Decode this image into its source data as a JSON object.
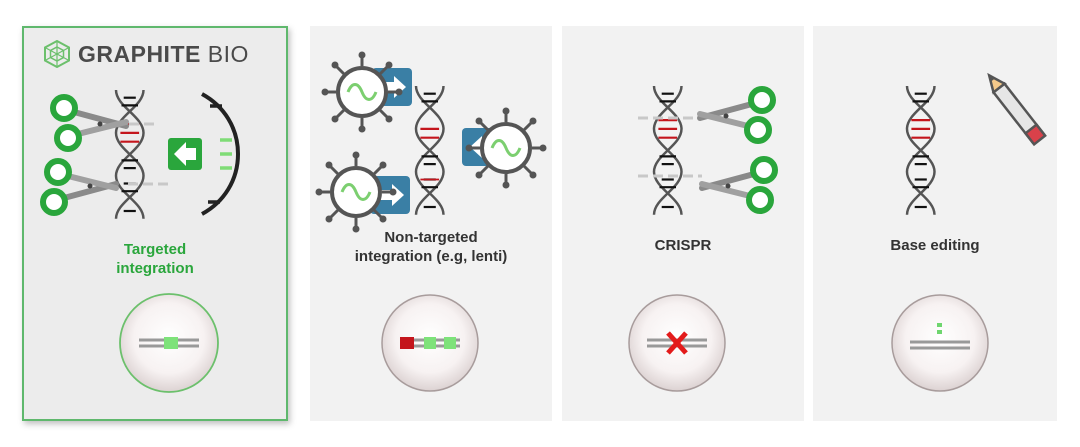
{
  "logo": {
    "brand_bold": "GRAPHITE",
    "brand_light": "BIO"
  },
  "panels": [
    {
      "label": "Targeted\nintegration"
    },
    {
      "label": "Non-targeted\nintegration (e.g, lenti)"
    },
    {
      "label": "CRISPR"
    },
    {
      "label": "Base editing"
    }
  ],
  "colors": {
    "accent_green": "#2aa63c",
    "insert_green": "#6fd66f",
    "mark_red": "#c4151c",
    "virus_blue": "#3a7fa5",
    "panel_bg": "#f2f2f2"
  },
  "icons": [
    "hexagon-logo-icon",
    "scissors-icon",
    "arrow-left-icon",
    "virus-icon",
    "pencil-icon",
    "x-mark-icon"
  ]
}
